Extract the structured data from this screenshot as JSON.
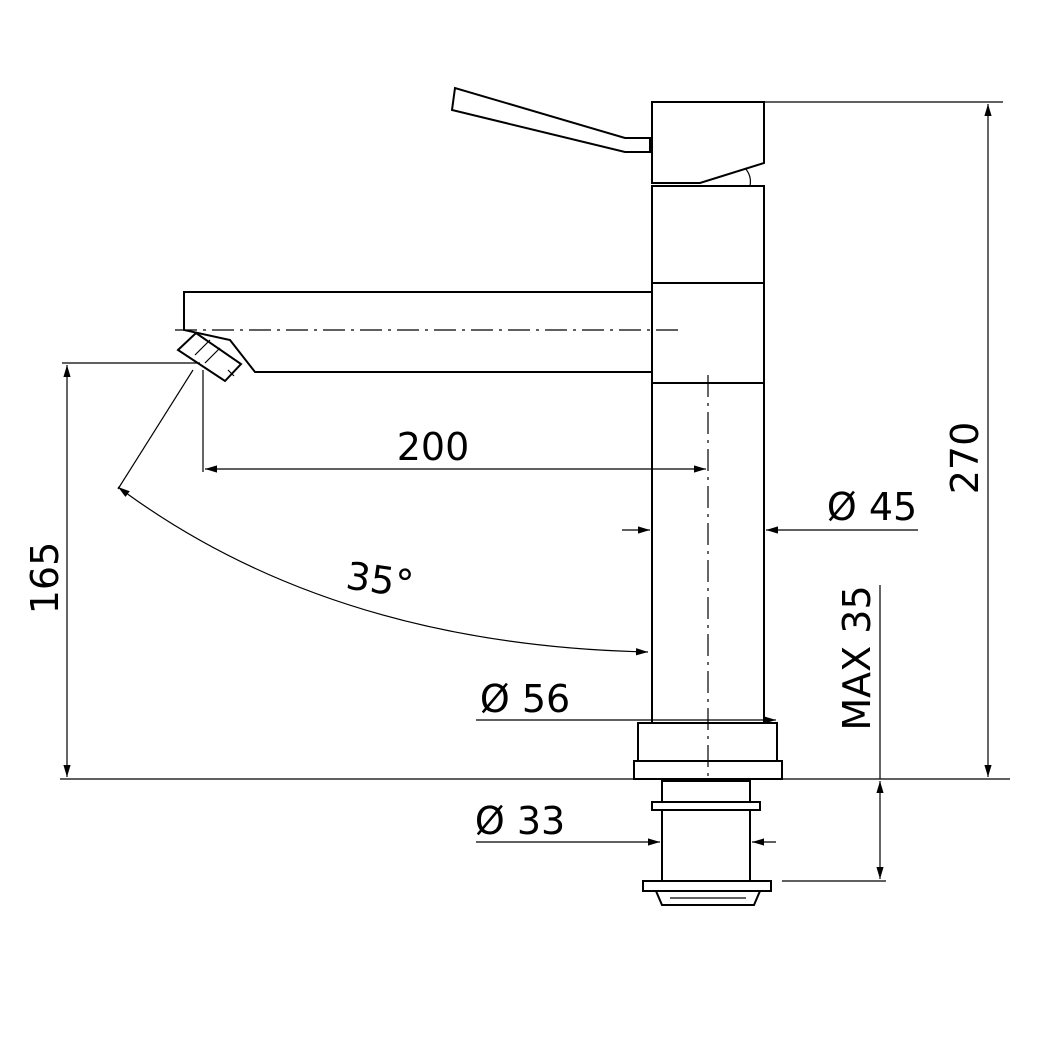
{
  "dimensions": {
    "height_total": "270",
    "height_spout": "165",
    "reach": "200",
    "diameter_body": "Ø 45",
    "diameter_base": "Ø 56",
    "diameter_shank": "Ø 33",
    "max_thickness": "MAX 35",
    "swivel_angle": "35°"
  }
}
